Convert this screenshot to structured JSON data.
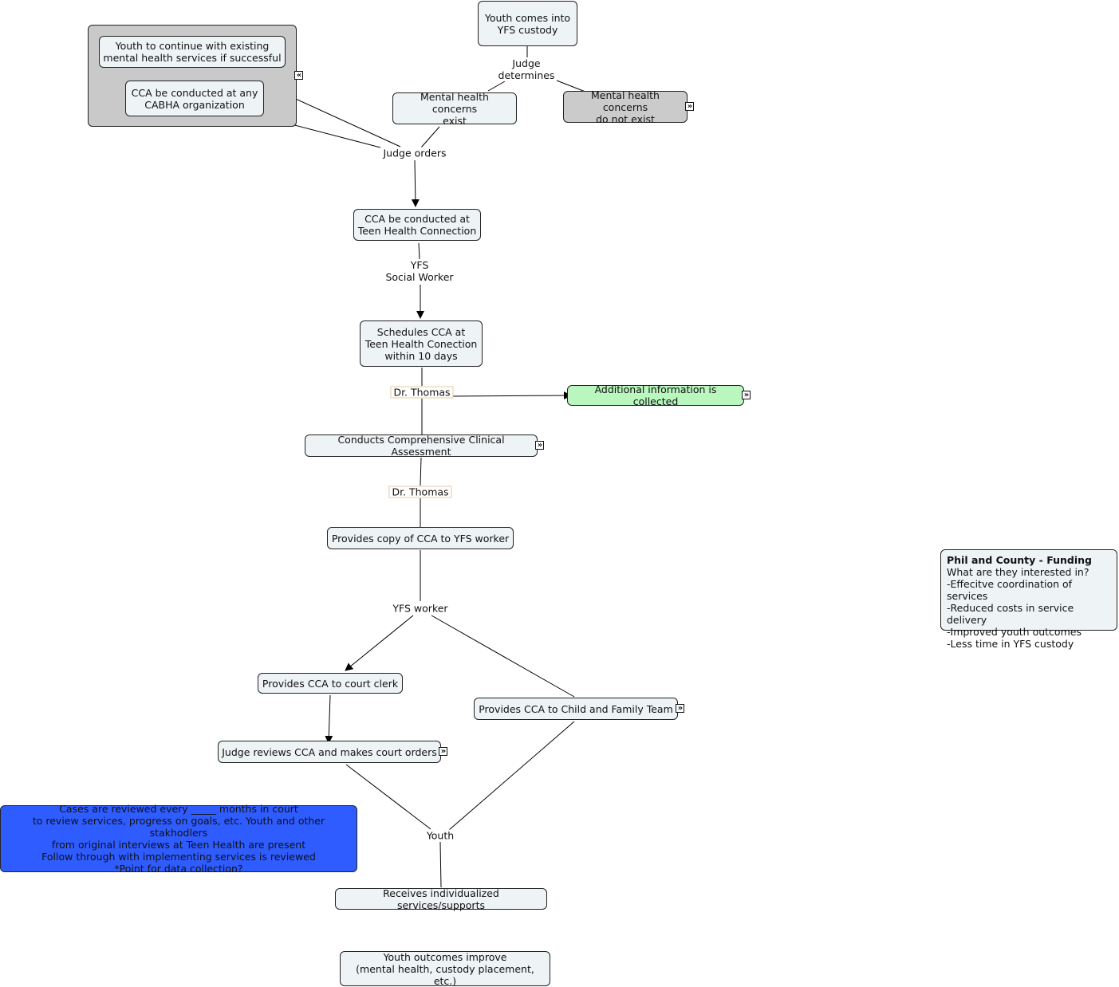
{
  "nodes": {
    "youth_custody": "Youth comes into\nYFS custody",
    "continue_services": "Youth to continue with existing\nmental health services if successful",
    "cca_cabha": "CCA be conducted at any\nCABHA organization",
    "concerns_exist": "Mental health concerns\nexist",
    "concerns_not_exist": "Mental health concerns\ndo not exist",
    "cca_teen_health": "CCA be conducted at\nTeen Health Connection",
    "schedules_cca": "Schedules CCA at\nTeen Health Conection\nwithin 10 days",
    "additional_info": "Additional information is collected",
    "conducts_cca": "Conducts Comprehensive Clinical Assessment",
    "provides_copy": "Provides copy of CCA to YFS worker",
    "court_clerk": "Provides CCA to court clerk",
    "child_family_team": "Provides CCA to Child and Family Team",
    "judge_reviews": "Judge reviews CCA and makes court orders",
    "receives_services": "Receives individualized services/supports",
    "outcomes_improve": "Youth outcomes improve\n(mental health, custody placement, etc.)",
    "cases_reviewed": "Cases are reviewed every _____ months in court\nto review services, progress on goals, etc. Youth and other stakhodlers\nfrom original interviews at Teen Health are present\nFollow through with implementing services is reviewed\n*Point for data collection?",
    "funding_title": "Phil and County - Funding",
    "funding_body": "What are they interested in?\n-Effecitve coordination of services\n-Reduced costs in service delivery\n-Improved youth outcomes\n-Less time in YFS custody"
  },
  "links": {
    "judge_determines": "Judge\ndetermines",
    "judge_orders": "Judge orders",
    "yfs_social_worker": "YFS\nSocial Worker",
    "dr_thomas_1": "Dr. Thomas",
    "dr_thomas_2": "Dr. Thomas",
    "yfs_worker": "YFS worker",
    "youth": "Youth"
  },
  "expand_icons": {
    "collapse": "«",
    "expand": "»"
  },
  "colors": {
    "node_fill": "#eef3f5",
    "gray_fill": "#cbcbcb",
    "green_fill": "#b9f7bf",
    "blue_fill": "#2f5cff",
    "link_label_border": "#e8c9a8"
  }
}
